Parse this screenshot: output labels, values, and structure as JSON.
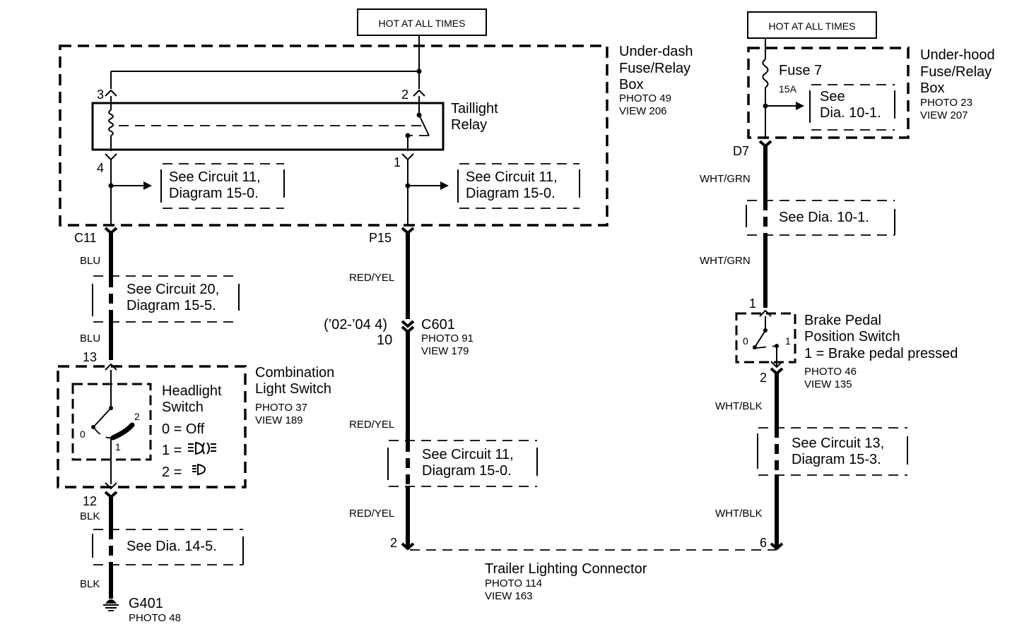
{
  "hot_labels": {
    "left": "HOT AT ALL TIMES",
    "right": "HOT AT ALL TIMES"
  },
  "underdash_box": {
    "name_line1": "Under-dash",
    "name_line2": "Fuse/Relay",
    "name_line3": "Box",
    "photo": "PHOTO 49",
    "view": "VIEW 206"
  },
  "underhood_box": {
    "name_line1": "Under-hood",
    "name_line2": "Fuse/Relay",
    "name_line3": "Box",
    "photo": "PHOTO 23",
    "view": "VIEW 207"
  },
  "taillight_relay": {
    "line1": "Taillight",
    "line2": "Relay",
    "pin3": "3",
    "pin2": "2",
    "pin4": "4",
    "pin1": "1"
  },
  "fuse7": {
    "name": "Fuse 7",
    "rating": "15A",
    "ref_line1": "See",
    "ref_line2": "Dia.  10-1."
  },
  "refs": {
    "circuit11_a_line1": "See Circuit 11,",
    "circuit11_a_line2": "Diagram 15-0.",
    "circuit11_b_line1": "See Circuit 11,",
    "circuit11_b_line2": "Diagram 15-0.",
    "circuit20_line1": "See Circuit 20,",
    "circuit20_line2": "Diagram 15-5.",
    "circuit11_c_line1": "See Circuit 11,",
    "circuit11_c_line2": "Diagram 15-0.",
    "dia101": "See Dia. 10-1.",
    "circuit13_line1": "See Circuit 13,",
    "circuit13_line2": "Diagram 15-3.",
    "dia145": "See Dia. 14-5."
  },
  "connectors": {
    "c11": "C11",
    "p15": "P15",
    "d7": "D7",
    "c601": "C601",
    "c601_variant": "(’02-’04 4)",
    "c601_pin": "10",
    "c601_photo": "PHOTO 91",
    "c601_view": "VIEW 179"
  },
  "wires": {
    "blu_1": "BLU",
    "blu_2": "BLU",
    "blk_1": "BLK",
    "blk_2": "BLK",
    "redyel_1": "RED/YEL",
    "redyel_2": "RED/YEL",
    "redyel_3": "RED/YEL",
    "whtgrn_1": "WHT/GRN",
    "whtgrn_2": "WHT/GRN",
    "whtblk_1": "WHT/BLK",
    "whtblk_2": "WHT/BLK"
  },
  "combination_switch": {
    "name_line1": "Combination",
    "name_line2": "Light Switch",
    "photo": "PHOTO 37",
    "view": "VIEW 189",
    "pin13": "13",
    "pin12": "12",
    "sub_line1": "Headlight",
    "sub_line2": "Switch",
    "pos0": "0 =  Off",
    "pos1": "1 =",
    "pos2": "2 =",
    "mark0": "0",
    "mark1": "1",
    "mark2": "2"
  },
  "brake_switch": {
    "name_line1": "Brake Pedal",
    "name_line2": "Position Switch",
    "state": "1 =  Brake pedal pressed",
    "photo": "PHOTO 46",
    "view": "VIEW 135",
    "pin1": "1",
    "pin2": "2",
    "mark0": "0",
    "mark1": "1"
  },
  "ground": {
    "name": "G401",
    "photo": "PHOTO 48"
  },
  "trailer_connector": {
    "name": "Trailer Lighting Connector",
    "photo": "PHOTO 114",
    "view": "VIEW 163",
    "pin2": "2",
    "pin6": "6"
  }
}
